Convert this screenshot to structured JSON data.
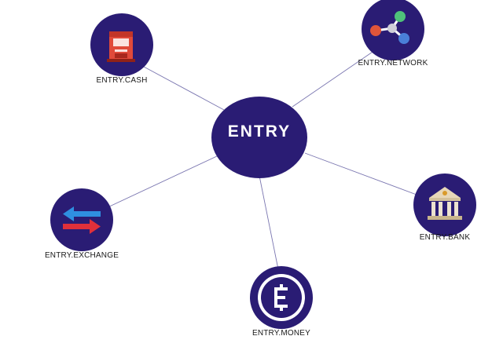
{
  "center": {
    "label": "ENTRY"
  },
  "nodes": {
    "cash": {
      "label": "ENTRY.CASH",
      "icon": "atm-icon"
    },
    "network": {
      "label": "ENTRY.NETWORK",
      "icon": "network-nodes-icon"
    },
    "bank": {
      "label": "ENTRY.BANK",
      "icon": "bank-icon"
    },
    "exchange": {
      "label": "ENTRY.EXCHANGE",
      "icon": "exchange-arrows-icon"
    },
    "money": {
      "label": "ENTRY.MONEY",
      "icon": "entry-currency-icon"
    }
  },
  "colors": {
    "circle": "#2a1c74",
    "line": "#7a76b0",
    "atm": "#e04a3a",
    "arrow_blue": "#2f8fe0",
    "arrow_red": "#e0303a"
  }
}
